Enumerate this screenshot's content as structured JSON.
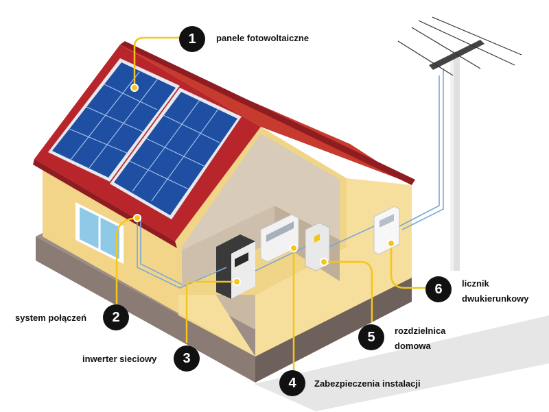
{
  "colors": {
    "accent": "#f5c518",
    "badge": "#111111",
    "roof": "#b8262b",
    "wall": "#f6df9c",
    "panel": "#1f4fa3",
    "floor": "#c9b9a3"
  },
  "callouts": [
    {
      "number": "1",
      "label": "panele fotowoltaiczne"
    },
    {
      "number": "2",
      "label": "system połączeń"
    },
    {
      "number": "3",
      "label": "inwerter sieciowy"
    },
    {
      "number": "4",
      "label": "Zabezpieczenia instalacji"
    },
    {
      "number": "5",
      "label": "rozdzielnica",
      "label2": "domowa"
    },
    {
      "number": "6",
      "label": "licznik",
      "label2": "dwukierunkowy"
    }
  ]
}
